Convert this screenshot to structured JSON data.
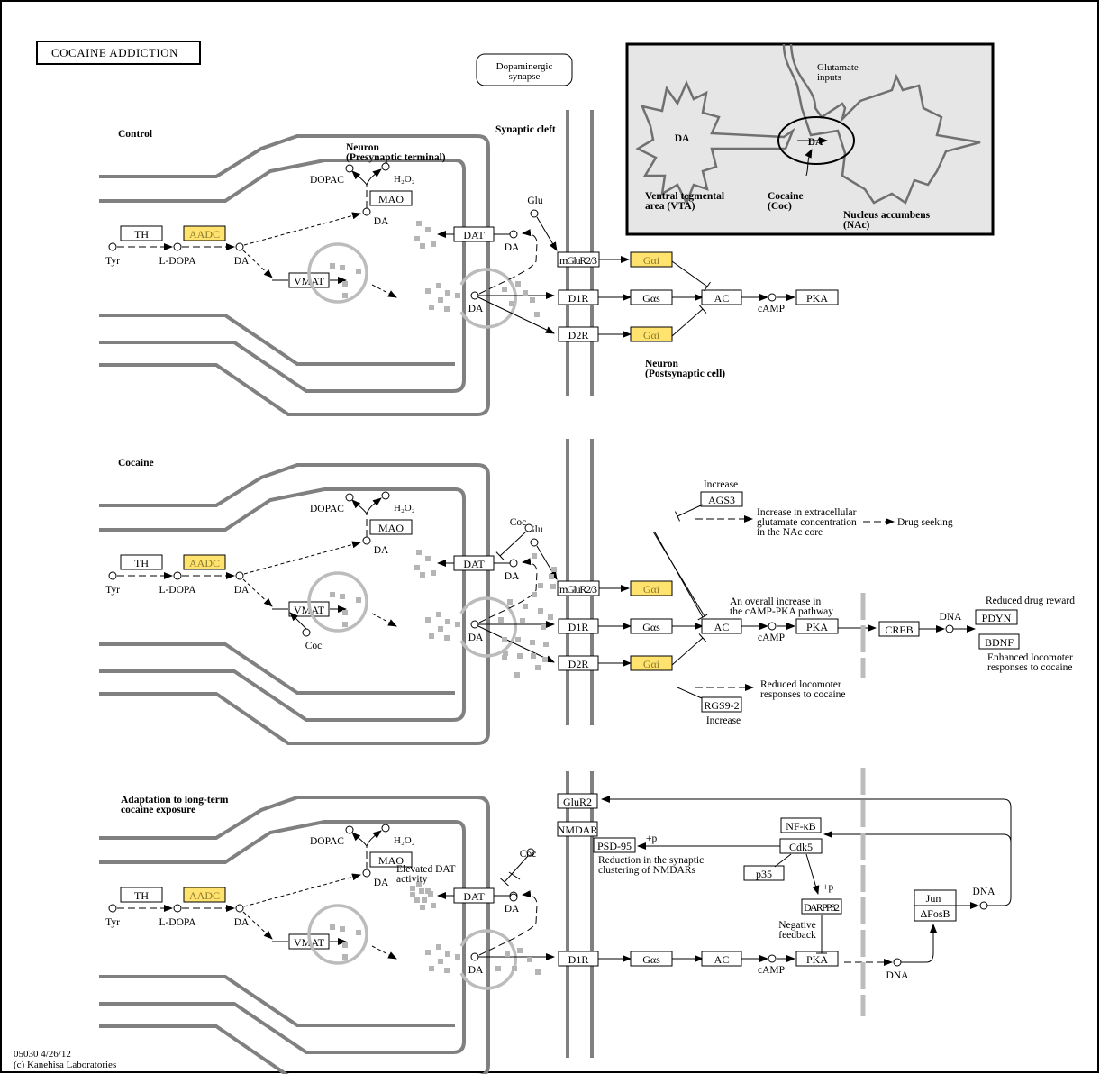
{
  "title": "COCAINE ADDICTION",
  "map_link": "Dopaminergic synapse",
  "map_link_lines": [
    "Dopaminergic",
    "synapse"
  ],
  "footer": {
    "id_date": "05030 4/26/12",
    "copyright": "(c) Kanehisa Laboratories"
  },
  "colors": {
    "highlight": "#ffe36e",
    "membrane": "#808080",
    "vesicle": "#bcbcbc",
    "inset_bg": "#e6e6e6"
  },
  "labels": {
    "synaptic_cleft": "Synaptic cleft",
    "presynaptic_1": "Neuron",
    "presynaptic_2": "(Presynaptic terminal)",
    "postsynaptic_1": "Neuron",
    "postsynaptic_2": "(Postsynaptic cell)"
  },
  "inset": {
    "glutamate_1": "Glutamate",
    "glutamate_2": "inputs",
    "da_soma": "DA",
    "da_synapse": "DA",
    "vta_1": "Ventral tegmental",
    "vta_2": "area (VTA)",
    "cocaine_1": "Cocaine",
    "cocaine_2": "(Coc)",
    "nac_1": "Nucleus accumbens",
    "nac_2": "(NAc)"
  },
  "panels": [
    {
      "heading": [
        "Control"
      ],
      "genes": {
        "th": "TH",
        "aadc": "AADC",
        "mao": "MAO",
        "vmat": "VMAT",
        "dat": "DAT",
        "mglur": "mGluR2/3",
        "gai1": "Gαi",
        "d1r": "D1R",
        "gas": "Gαs",
        "d2r": "D2R",
        "gai2": "Gαi",
        "ac": "AC",
        "pka": "PKA"
      },
      "compounds": {
        "tyr": "Tyr",
        "ldopa": "L-DOPA",
        "da": "DA",
        "dopac": "DOPAC",
        "h2o2": "H₂O₂",
        "glu": "Glu",
        "camp": "cAMP"
      }
    },
    {
      "heading": [
        "Cocaine"
      ],
      "genes": {
        "th": "TH",
        "aadc": "AADC",
        "mao": "MAO",
        "vmat": "VMAT",
        "dat": "DAT",
        "mglur": "mGluR2/3",
        "gai1": "Gαi",
        "d1r": "D1R",
        "gas": "Gαs",
        "d2r": "D2R",
        "gai2": "Gαi",
        "ac": "AC",
        "pka": "PKA",
        "ags3": "AGS3",
        "rgs9": "RGS9-2",
        "creb": "CREB",
        "pdyn": "PDYN",
        "bdnf": "BDNF"
      },
      "compounds": {
        "tyr": "Tyr",
        "ldopa": "L-DOPA",
        "da": "DA",
        "dopac": "DOPAC",
        "h2o2": "H₂O₂",
        "glu": "Glu",
        "coc": "Coc",
        "camp": "cAMP",
        "dna": "DNA"
      },
      "notes": {
        "increase_ags3": "Increase",
        "increase_rgs": "Increase",
        "glutamate": [
          "Increase in extracellular",
          "glutamate concentration",
          "in the NAc core"
        ],
        "drug_seeking": "Drug seeking",
        "camp_pka": [
          "An overall increase in",
          "the cAMP-PKA pathway"
        ],
        "reduced_reward": "Reduced drug reward",
        "enhanced_loco": [
          "Enhanced locomoter",
          "responses to cocaine"
        ],
        "reduced_loco": [
          "Reduced locomoter",
          "responses to cocaine"
        ]
      }
    },
    {
      "heading": [
        "Adaptation to long-term",
        "cocaine exposure"
      ],
      "genes": {
        "th": "TH",
        "aadc": "AADC",
        "mao": "MAO",
        "vmat": "VMAT",
        "dat": "DAT",
        "glur2": "GluR2",
        "nmdar": "NMDAR",
        "psd95": "PSD-95",
        "nfkb": "NF-κB",
        "cdk5": "Cdk5",
        "p35": "p35",
        "darpp32": "DARPP32",
        "d1r": "D1R",
        "gas": "Gαs",
        "ac": "AC",
        "pka": "PKA",
        "jun": "Jun",
        "fosb": "ΔFosB"
      },
      "compounds": {
        "tyr": "Tyr",
        "ldopa": "L-DOPA",
        "da": "DA",
        "dopac": "DOPAC",
        "h2o2": "H₂O₂",
        "coc": "Coc",
        "camp": "cAMP",
        "dna": "DNA"
      },
      "notes": {
        "elevated_dat": [
          "Elevated DAT",
          "activity"
        ],
        "plus_p": "+p",
        "reduction": [
          "Reduction in the synaptic",
          "clustering of NMDARs"
        ],
        "negative_feedback": [
          "Negative",
          "feedback"
        ]
      }
    }
  ]
}
